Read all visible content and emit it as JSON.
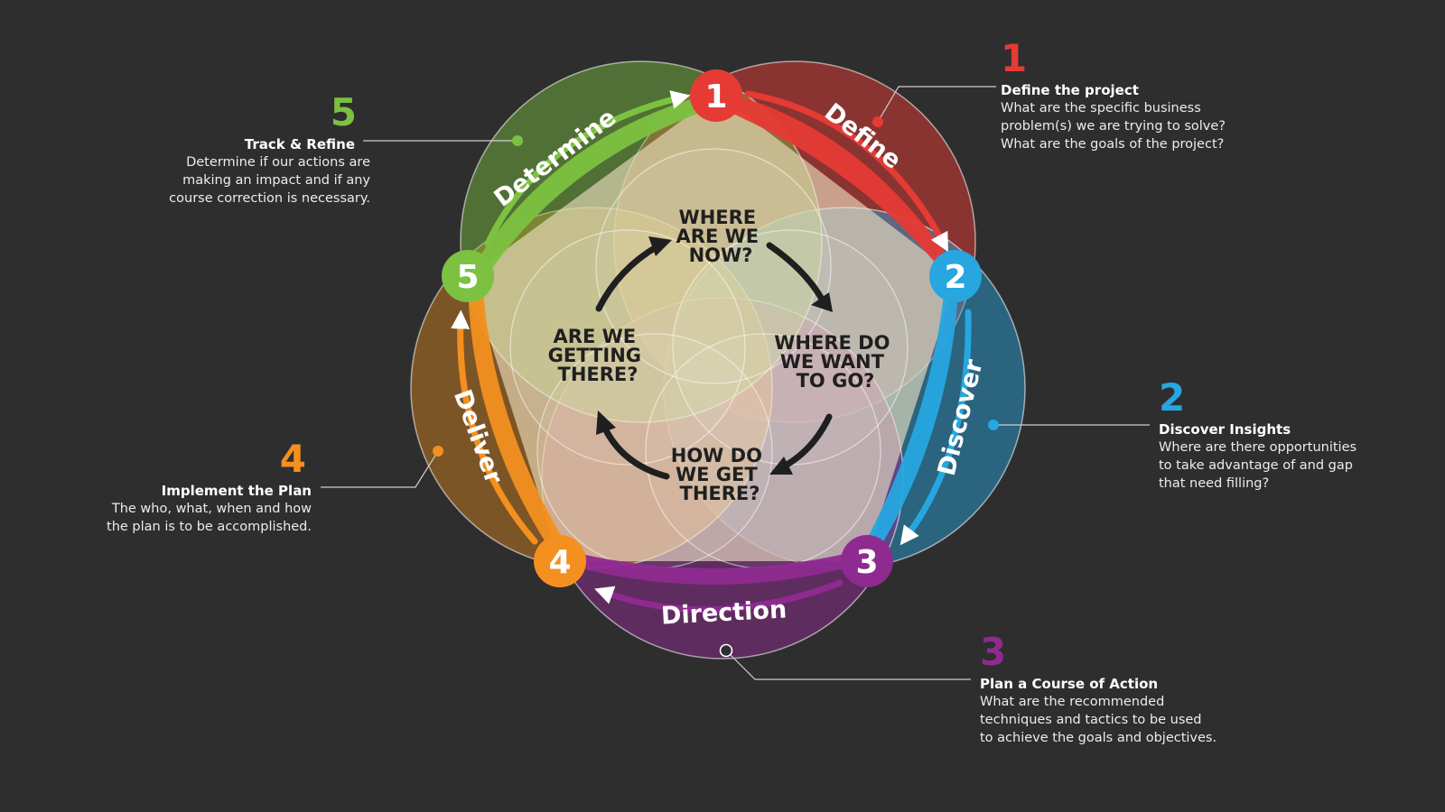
{
  "colors": {
    "background": "#2e2e2e",
    "define": "#e63a35",
    "discover": "#27a6e0",
    "direction": "#8e2a90",
    "deliver": "#f3901f",
    "determine": "#7cc140"
  },
  "nodes": [
    {
      "number": "1",
      "arc_label": "Define"
    },
    {
      "number": "2",
      "arc_label": "Discover"
    },
    {
      "number": "3",
      "arc_label": "Direction"
    },
    {
      "number": "4",
      "arc_label": "Deliver"
    },
    {
      "number": "5",
      "arc_label": "Determine"
    }
  ],
  "center_questions": [
    {
      "lines": [
        "WHERE",
        "ARE WE",
        "NOW?"
      ]
    },
    {
      "lines": [
        "WHERE DO",
        "WE WANT",
        "TO GO?"
      ]
    },
    {
      "lines": [
        "HOW DO",
        "WE GET",
        "THERE?"
      ]
    },
    {
      "lines": [
        "ARE WE",
        "GETTING",
        "THERE?"
      ]
    }
  ],
  "callouts": {
    "define": {
      "number": "1",
      "title": "Define the project",
      "desc": [
        "What are the specific business",
        "problem(s) we are trying to solve?",
        "What are the goals of the project?"
      ]
    },
    "discover": {
      "number": "2",
      "title": "Discover Insights",
      "desc": [
        "Where are there opportunities",
        "to take advantage of and gap",
        "that need filling?"
      ]
    },
    "direction": {
      "number": "3",
      "title": "Plan a Course of Action",
      "desc": [
        "What are the recommended",
        "techniques and tactics to be used",
        "to achieve the goals and objectives."
      ]
    },
    "deliver": {
      "number": "4",
      "title": "Implement the Plan",
      "desc": [
        "The who, what, when and how",
        "the plan is to be accomplished."
      ]
    },
    "determine": {
      "number": "5",
      "title": "Track & Refine",
      "desc": [
        "Determine if our actions are",
        "making an impact and if any",
        "course correction is necessary."
      ]
    }
  }
}
